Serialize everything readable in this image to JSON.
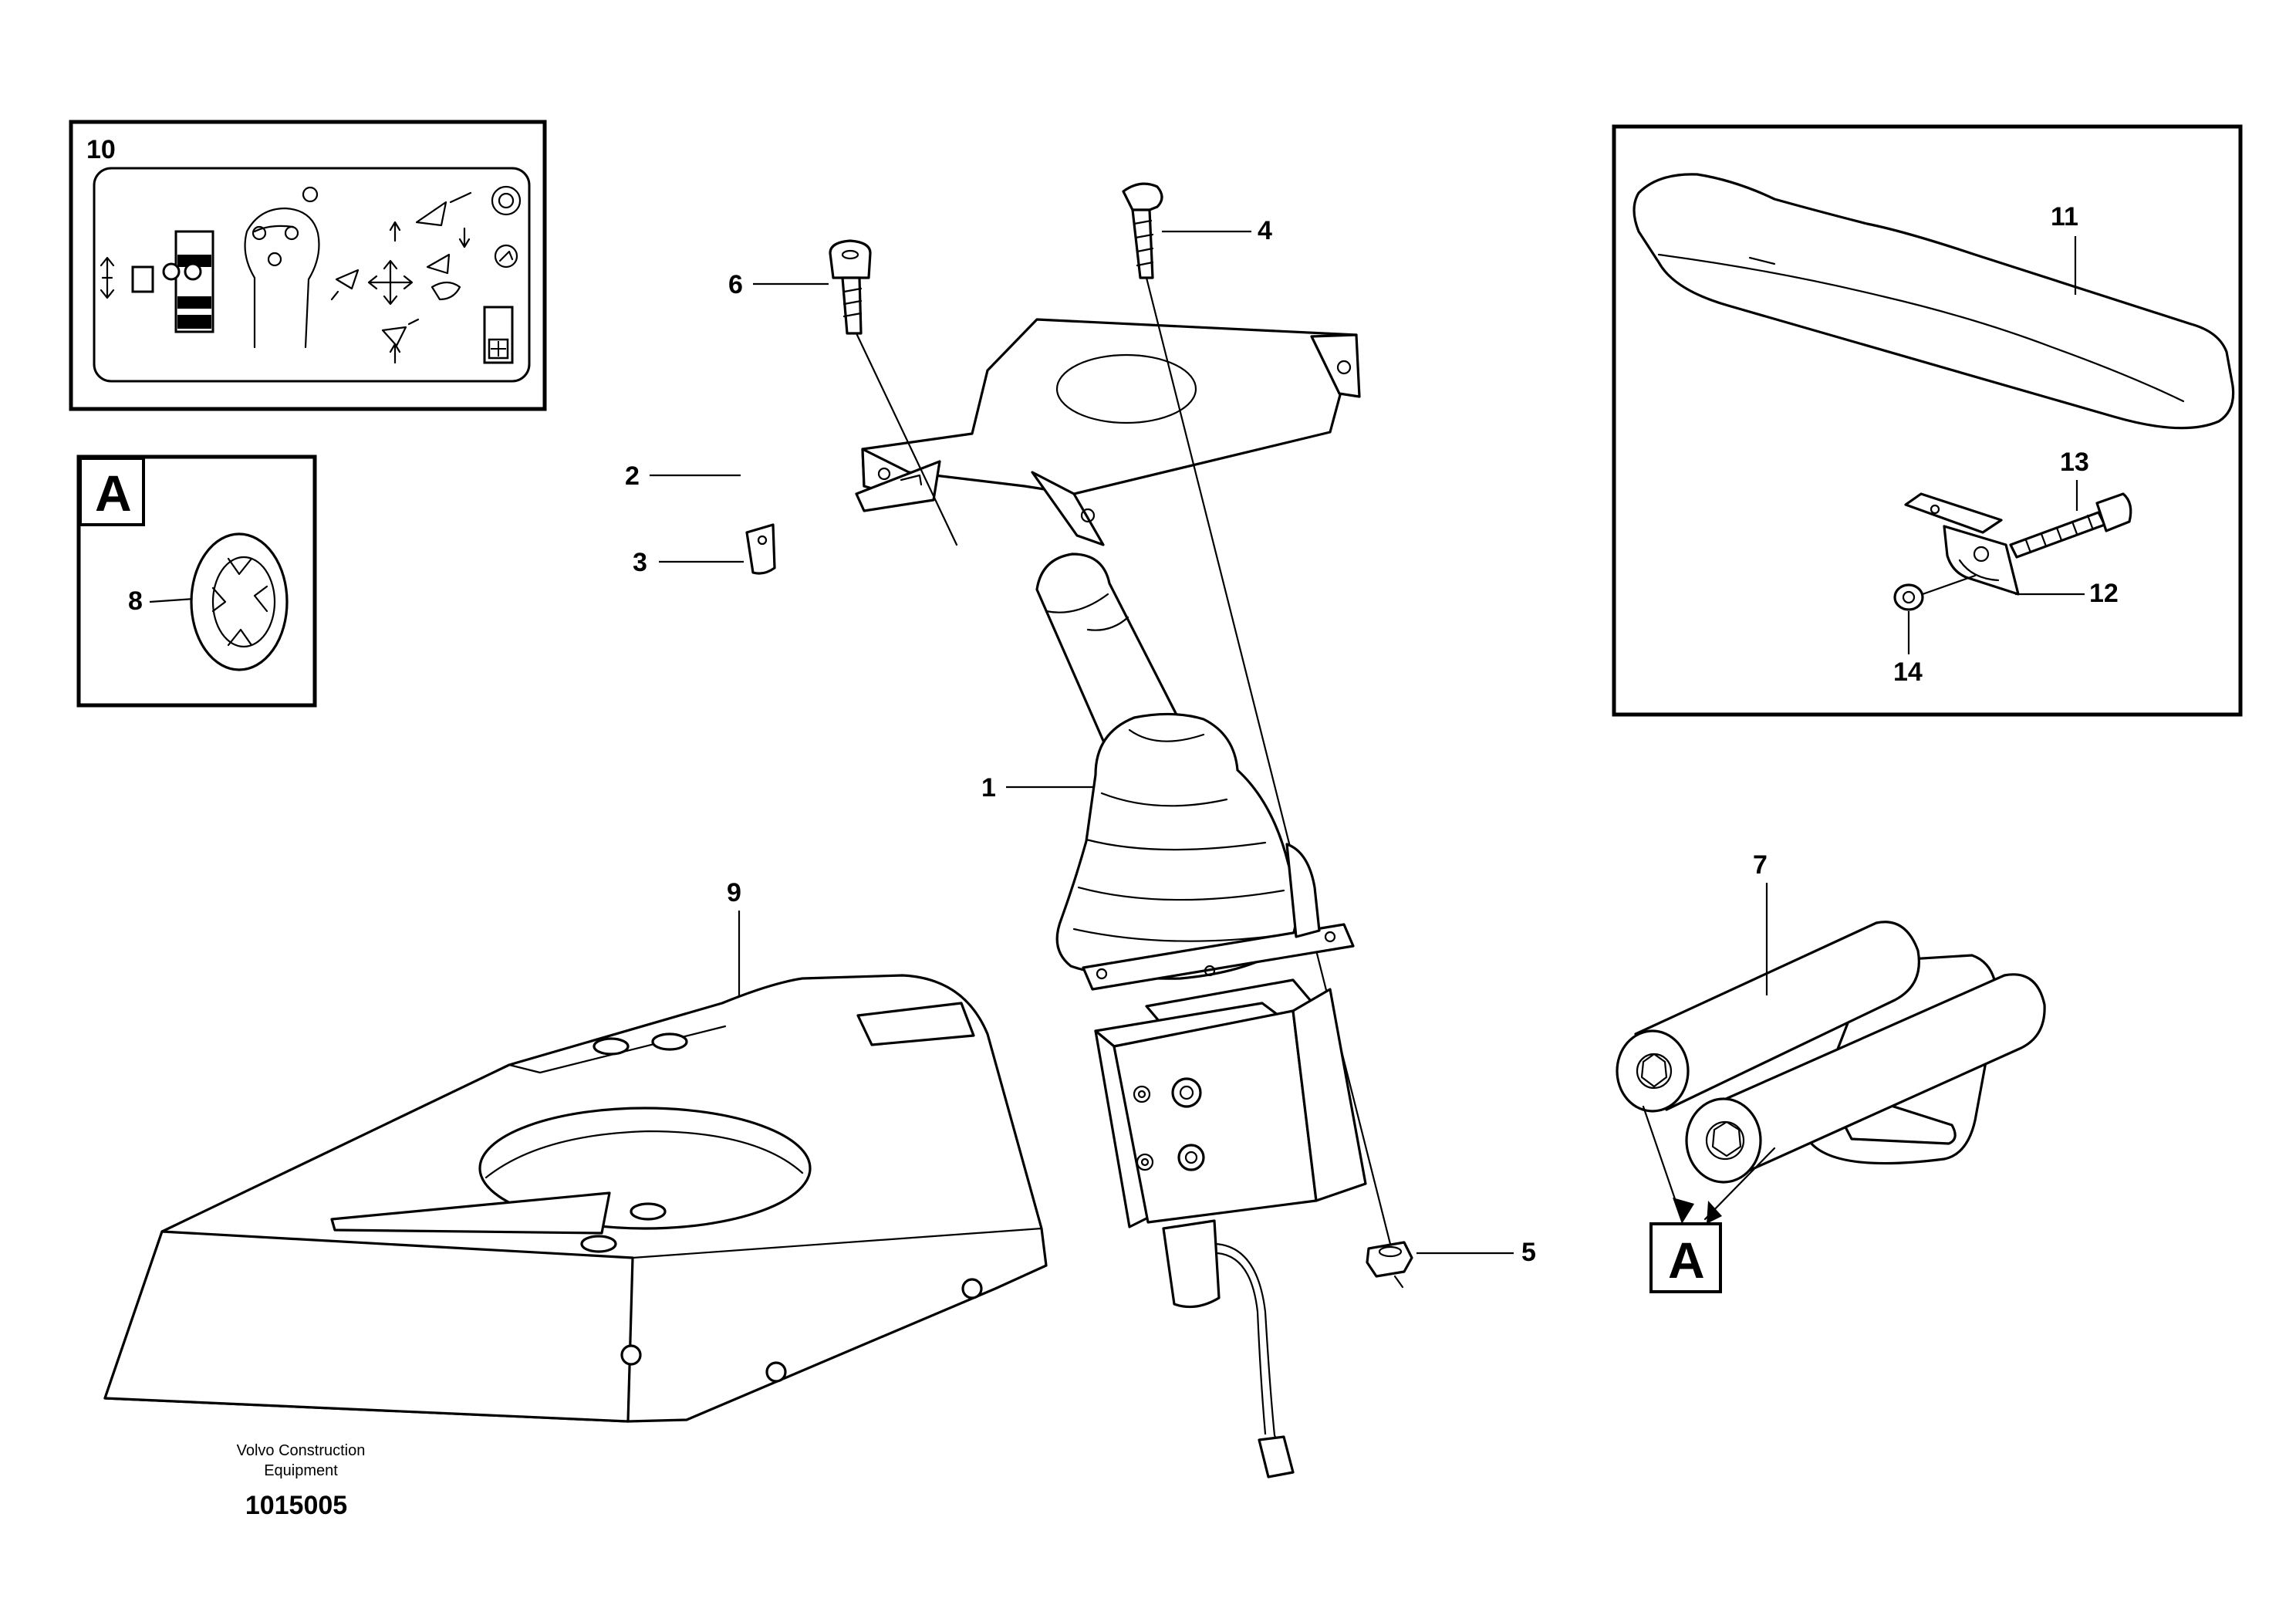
{
  "labels": {
    "l1": "1",
    "l2": "2",
    "l3": "3",
    "l4": "4",
    "l5": "5",
    "l6": "6",
    "l7": "7",
    "l8": "8",
    "l9": "9",
    "l10": "10",
    "l11": "11",
    "l12": "12",
    "l13": "13",
    "l14": "14"
  },
  "callouts": {
    "detail_a_box": "A",
    "detail_a_ref": "A"
  },
  "footer": {
    "company_line1": "Volvo Construction",
    "company_line2": "Equipment",
    "drawing_number": "1015005"
  },
  "icons": [
    "lever-pictogram-icon",
    "arrow-up-icon",
    "arrow-down-icon",
    "four-way-arrow-icon",
    "bucket-icon",
    "horn-icon",
    "switch-icon",
    "lock-washer-icon",
    "screw-icon",
    "nut-icon"
  ]
}
